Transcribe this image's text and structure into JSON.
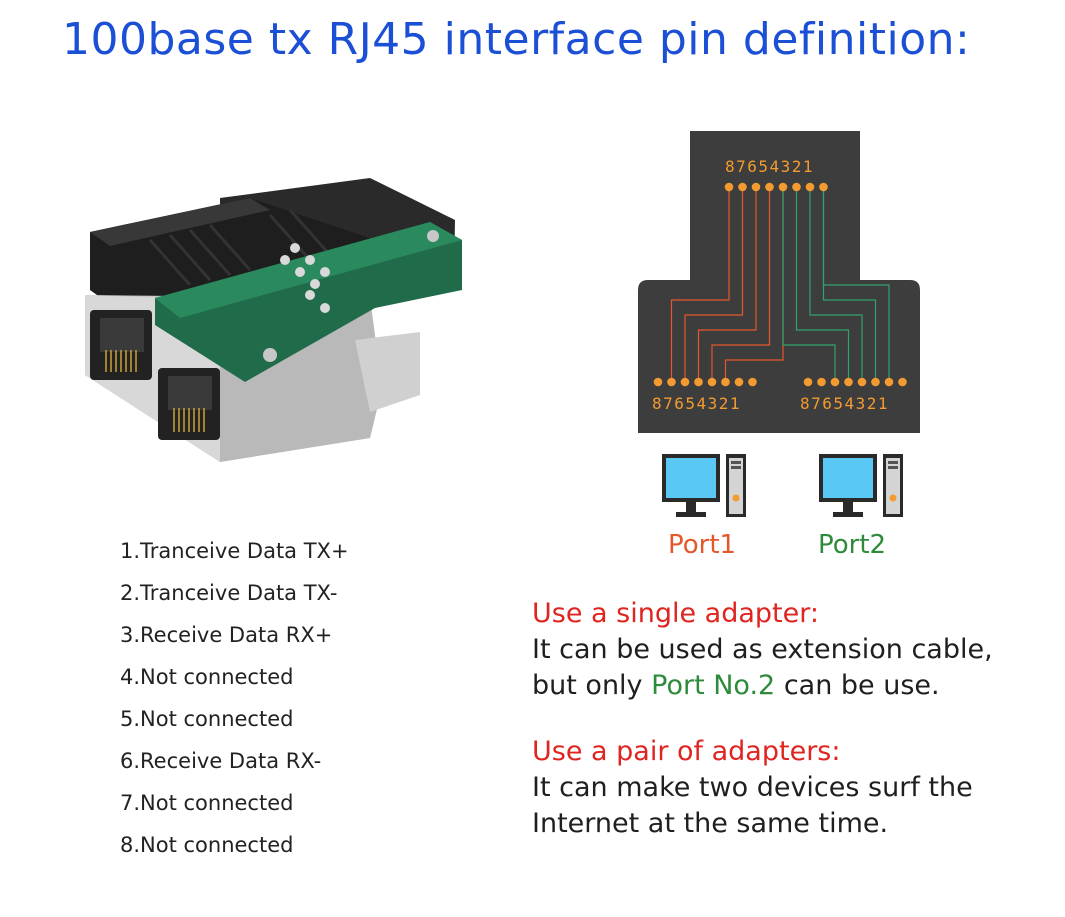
{
  "title": "100base tx RJ45 interface pin definition:",
  "pin_definitions": [
    "1.Tranceive Data TX+",
    "2.Tranceive Data TX-",
    "3.Receive Data RX+",
    "4.Not connected",
    "5.Not connected",
    "6.Receive Data RX-",
    "7.Not connected",
    "8.Not connected"
  ],
  "diagram": {
    "top_pins_label": "87654321",
    "port1_pins_label": "87654321",
    "port2_pins_label": "87654321",
    "board_color": "#3d3d3d",
    "pin_color": "#f39b30",
    "port1_wire_color": "#e4582b",
    "port2_wire_color": "#2fa36b"
  },
  "ports": {
    "port1_label": "Port1",
    "port2_label": "Port2",
    "port1_color": "#e4582b",
    "port2_color": "#2e8b3b"
  },
  "usage": {
    "single": {
      "heading": "Use a single adapter:",
      "line1": "It can be used as extension cable,",
      "line2_prefix": "but only ",
      "line2_highlight": "Port No.2",
      "line2_suffix": " can be use."
    },
    "pair": {
      "heading": "Use a pair of adapters:",
      "line1": "It can make two devices surf the",
      "line2": "Internet at the same time."
    }
  },
  "colors": {
    "title": "#1a4fd6",
    "heading_red": "#e0241f"
  },
  "icons": [
    "computer-monitor-icon",
    "computer-tower-icon"
  ]
}
